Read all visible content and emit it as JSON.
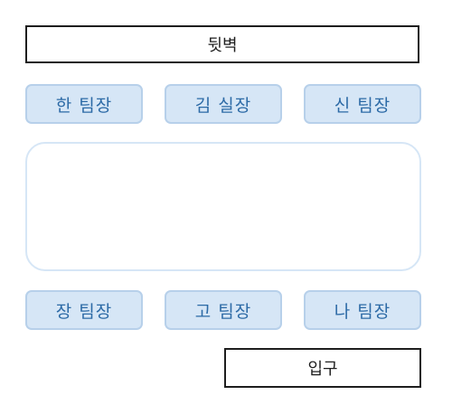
{
  "wall": {
    "label": "뒷벽"
  },
  "seats_top": [
    {
      "label": "한 팀장"
    },
    {
      "label": "김 실장"
    },
    {
      "label": "신 팀장"
    }
  ],
  "seats_bottom": [
    {
      "label": "장 팀장"
    },
    {
      "label": "고 팀장"
    },
    {
      "label": "나 팀장"
    }
  ],
  "entrance": {
    "label": "입구"
  },
  "colors": {
    "seat_fill": "#d6e6f6",
    "seat_border": "#b7d0ea",
    "seat_text": "#2c6aa6",
    "wall_border": "#1e1e1e",
    "table_border": "#d6e6f6"
  }
}
